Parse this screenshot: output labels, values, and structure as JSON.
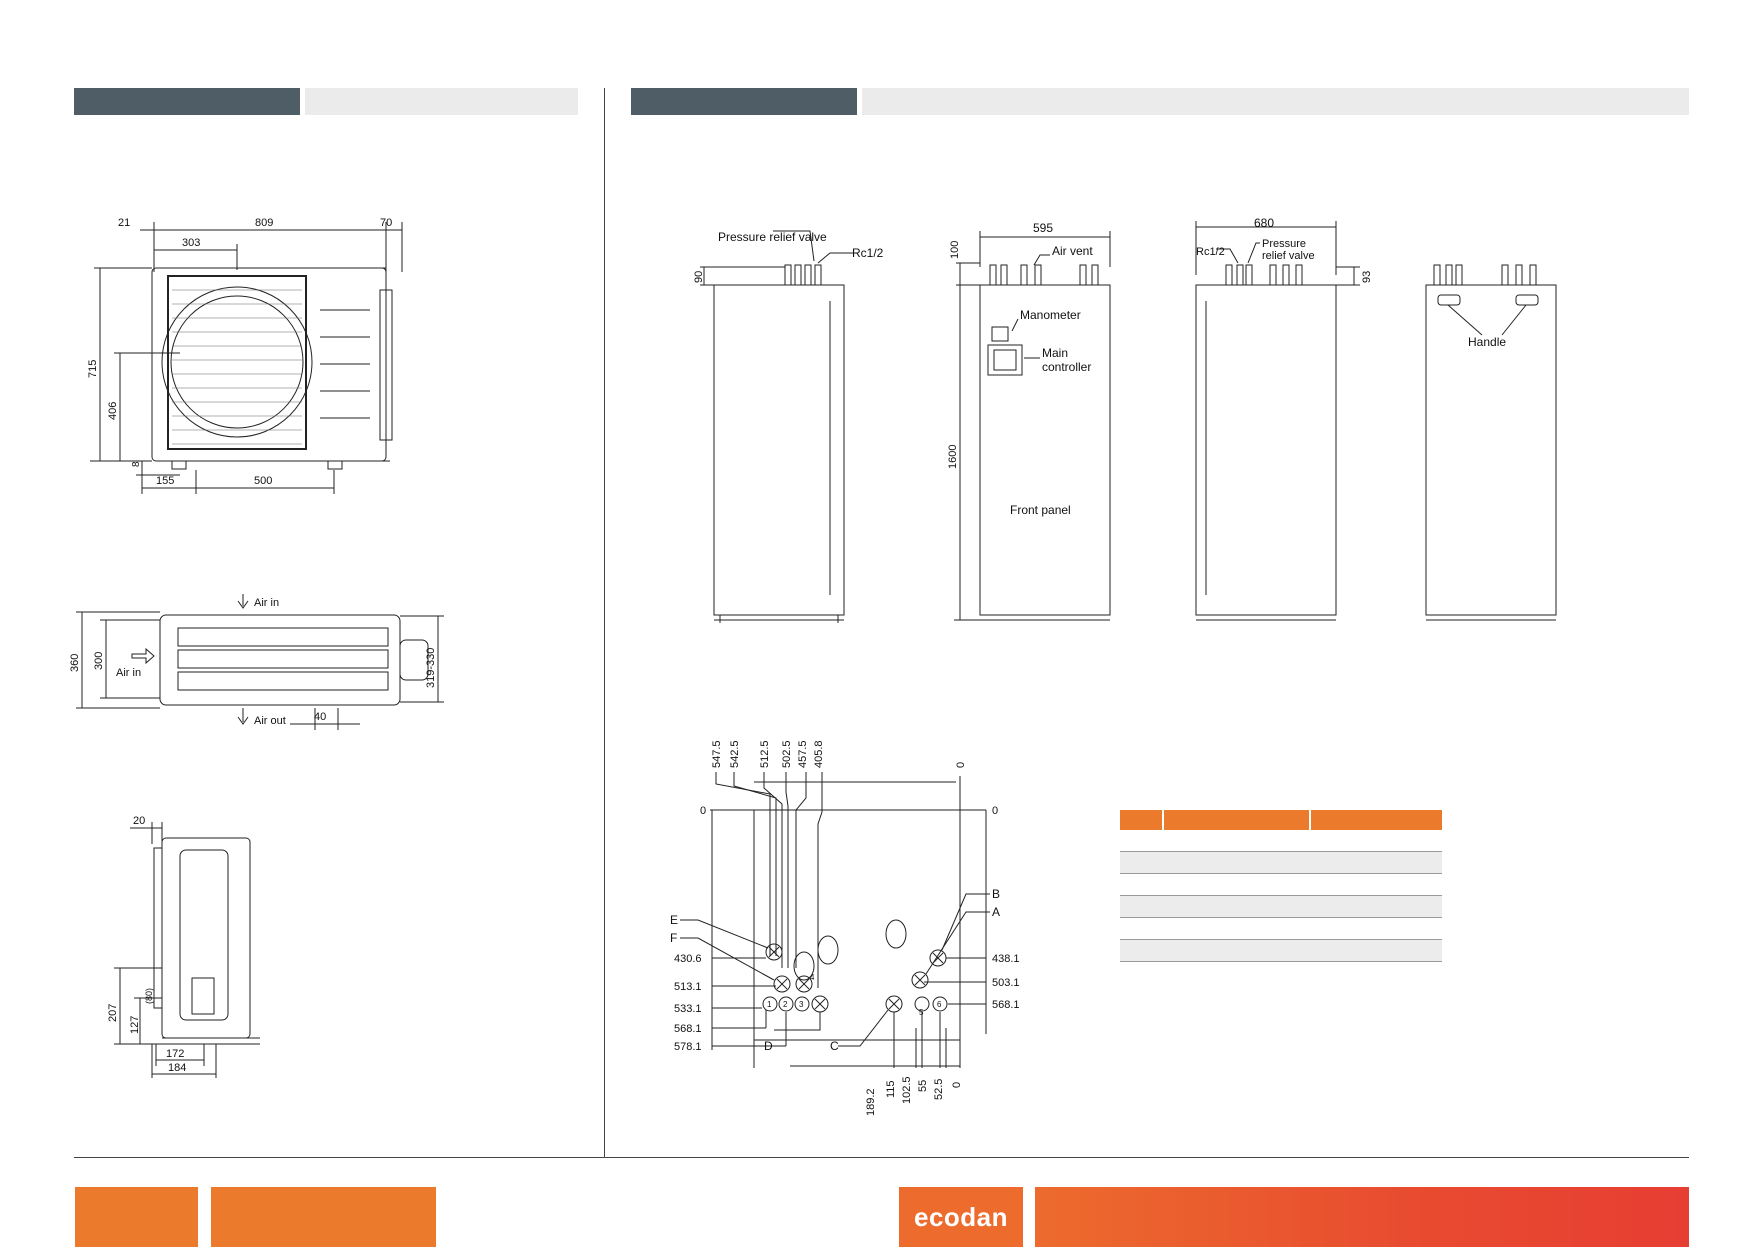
{
  "outdoor_front": {
    "dims": {
      "d21": "21",
      "d809": "809",
      "d70": "70",
      "d303": "303",
      "d715": "715",
      "d406": "406",
      "d8": "8",
      "d155": "155",
      "d500": "500"
    }
  },
  "outdoor_top": {
    "dims": {
      "d360": "360",
      "d300": "300",
      "d319": "319-330",
      "d40": "40"
    },
    "labels": {
      "air_in_top": "Air in",
      "air_in_left": "Air in",
      "air_out": "Air out"
    }
  },
  "outdoor_side": {
    "dims": {
      "d20": "20",
      "d207": "207",
      "d127": "127",
      "d80": "(80)",
      "d172": "172",
      "d184": "184"
    }
  },
  "indoor_elevations": {
    "labels": {
      "pressure_relief_valve": "Pressure relief valve",
      "rc12_left": "Rc1/2",
      "air_vent": "Air vent",
      "manometer": "Manometer",
      "main_controller_1": "Main",
      "main_controller_2": "controller",
      "front_panel": "Front panel",
      "rc12_right": "Rc1/2",
      "pressure_r1": "Pressure",
      "pressure_r2": "relief valve",
      "handle": "Handle"
    },
    "dims": {
      "d90": "90",
      "d100": "100",
      "d595": "595",
      "d1600": "1600",
      "d680": "680",
      "d93": "93"
    }
  },
  "indoor_plan": {
    "top_dims": [
      "547.5",
      "542.5",
      "512.5",
      "502.5",
      "457.5",
      "405.8",
      "0"
    ],
    "left_dims": [
      "0",
      "430.6",
      "513.1",
      "533.1",
      "568.1",
      "578.1"
    ],
    "right_dims": [
      "0",
      "438.1",
      "503.1",
      "568.1"
    ],
    "bottom_dims": [
      "189.2",
      "115",
      "102.5",
      "55",
      "52.5",
      "0"
    ],
    "letters": {
      "E": "E",
      "F": "F",
      "B": "B",
      "A": "A",
      "C": "C",
      "D": "D"
    },
    "nums": [
      "1",
      "2",
      "3",
      "4",
      "5",
      "6"
    ]
  },
  "footer": {
    "brand": "ecodan"
  },
  "colors": {
    "header_dark": "#4f5d66",
    "header_light": "#ebebec",
    "orange": "#ec7a2c",
    "red": "#e73e33"
  }
}
